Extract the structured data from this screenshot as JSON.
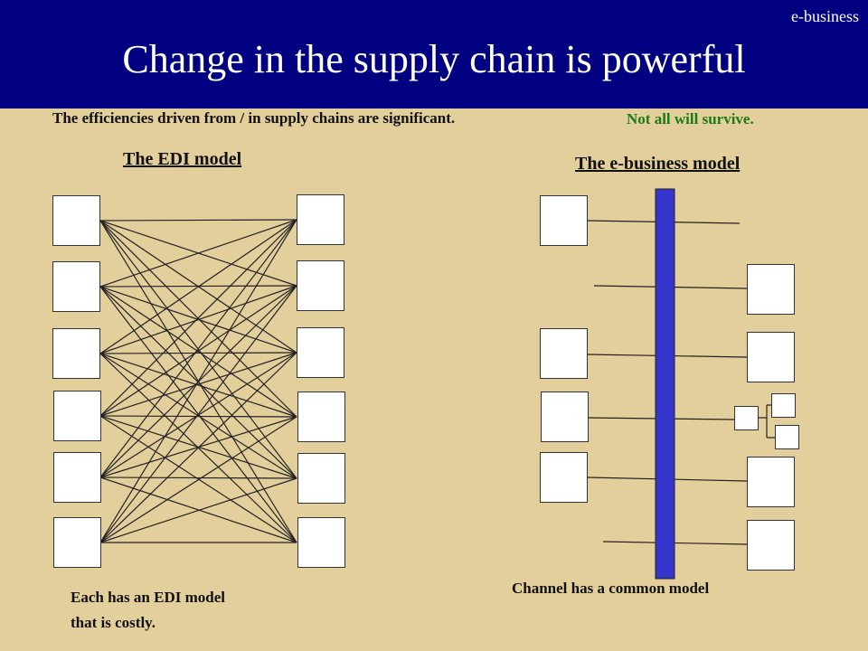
{
  "header": {
    "title": "Change in the supply chain is powerful",
    "tag": "e-business",
    "background": "#000080"
  },
  "subtitle": "The efficiencies driven from / in supply chains are significant.",
  "warning": "Not all will survive.",
  "edi_model": {
    "heading": "The EDI model",
    "caption_line1": "Each has an EDI model",
    "caption_line2": "that is costly."
  },
  "ebusiness_model": {
    "heading": "The e-business model",
    "caption": "Channel has a common model",
    "channel_color": "#3535cc"
  }
}
